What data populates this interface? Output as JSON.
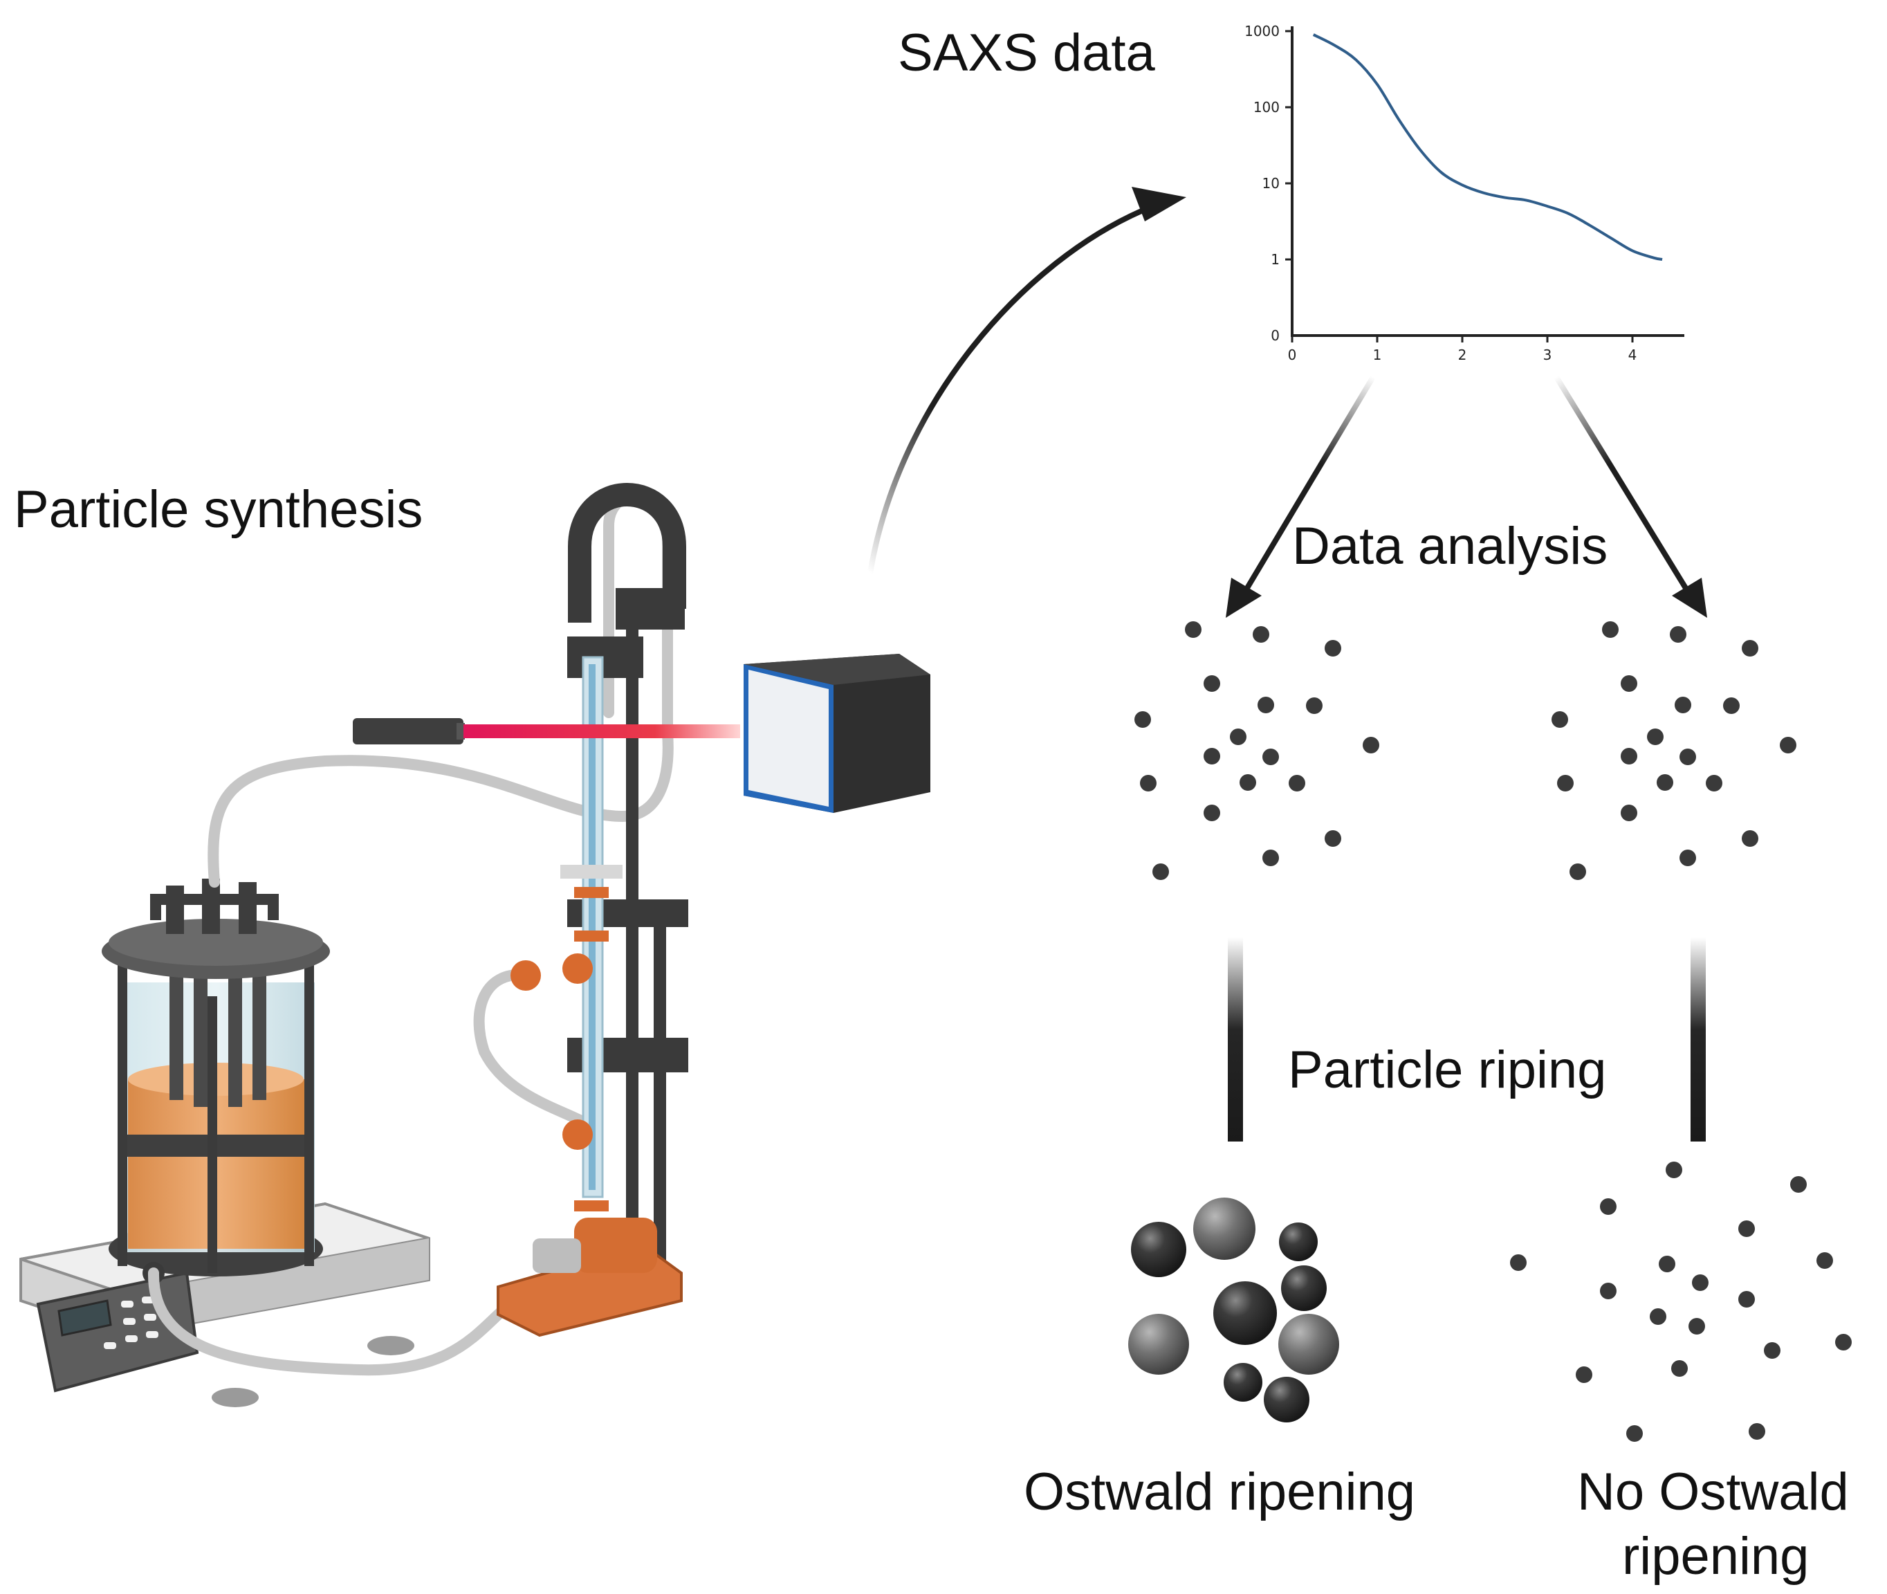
{
  "labels": {
    "particle_synthesis": "Particle synthesis",
    "saxs_data": "SAXS data",
    "data_analysis": "Data analysis",
    "particle_riping": "Particle riping",
    "ostwald": "Ostwald ripening",
    "no_ostwald_line1": "No Ostwald",
    "no_ostwald_line2": "ripening"
  },
  "chart_data": {
    "type": "line",
    "title": "",
    "xlabel": "",
    "ylabel": "",
    "x_ticks": [
      "0",
      "1",
      "2",
      "3",
      "4"
    ],
    "y_ticks": [
      "0",
      "1",
      "10",
      "100",
      "1000"
    ],
    "xlim": [
      0,
      4.6
    ],
    "y_scale": "log",
    "series": [
      {
        "x": [
          0.25,
          0.5,
          0.75,
          1.0,
          1.25,
          1.5,
          1.75,
          2.0,
          2.25,
          2.5,
          2.75,
          3.0,
          3.25,
          3.5,
          3.75,
          4.0,
          4.25,
          4.35
        ],
        "y": [
          900,
          650,
          420,
          200,
          70,
          28,
          14,
          9.5,
          7.5,
          6.5,
          6,
          5,
          4,
          2.8,
          1.9,
          1.3,
          1.05,
          1.0
        ]
      }
    ]
  },
  "colors": {
    "curve": "#2f5d8a",
    "laser": "#e0145a",
    "liquid": "#e8a265",
    "copper": "#d86a2e",
    "particle": "#3a3a3a"
  }
}
